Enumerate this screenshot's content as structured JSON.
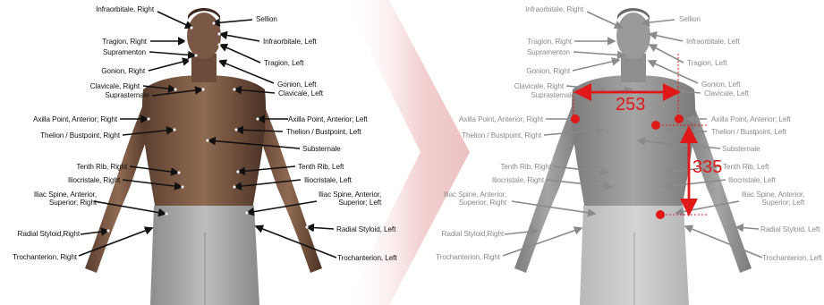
{
  "landmarks": {
    "infraorbitale_right": "Infraorbitale, Right",
    "sellion": "Sellion",
    "tragion_right": "Tragion, Right",
    "infraorbitale_left": "Infraorbitale, Left",
    "supramenton": "Supramenton",
    "tragion_left": "Tragion, Left",
    "gonion_right": "Gonion, Right",
    "gonion_left": "Gonion, Left",
    "clavicale_right": "Clavicale, Right",
    "suprasternale": "Suprasternale",
    "clavicale_left": "Clavicale, Left",
    "axilla_right": "Axilla Point, Anterior; Right",
    "axilla_left": "Axilla Point, Anterior; Left",
    "thelion_right": "Thelion / Bustpoint, Right",
    "thelion_left": "Thelion / Bustpoint, Left",
    "substernale": "Substernale",
    "tenth_rib_right": "Tenth Rib, Right",
    "tenth_rib_left": "Tenth Rib, Left",
    "iliocristale_right": "Iliocristale, Right",
    "iliocristale_left": "Iliocristale, Left",
    "iliac_right_1": "Iliac Spine, Anterior,",
    "iliac_right_2": "Superior; Right",
    "iliac_left_1": "Iliac Spine, Anterior,",
    "iliac_left_2": "Superior; Left",
    "radial_right": "Radial Styloid,Right",
    "radial_left": "Radial Styloid, Left",
    "trochanterion_right": "Trochanterion, Right",
    "trochanterion_left": "Trochanterion, Left"
  },
  "measurements": {
    "chest_width": "253",
    "torso_height": "335"
  },
  "colors": {
    "measurement": "#e01818",
    "arrow_fill": "#f3d2d2"
  }
}
